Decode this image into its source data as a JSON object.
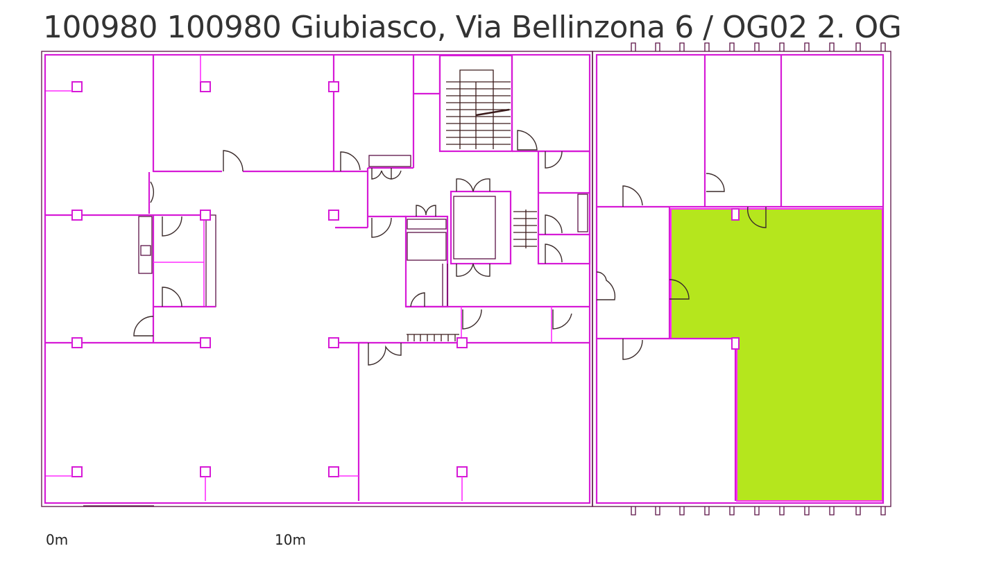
{
  "header": {
    "title": "100980 100980 Giubiasco, Via Bellinzona 6 / OG02 2. OG"
  },
  "plan": {
    "wall_color": "#d61ad6",
    "wall_outline_color": "#5a1045",
    "highlight_color": "#b5e61d",
    "highlighted_space": "l-shaped-room-east"
  },
  "scale": {
    "start_label": "0m",
    "end_label": "10m"
  }
}
